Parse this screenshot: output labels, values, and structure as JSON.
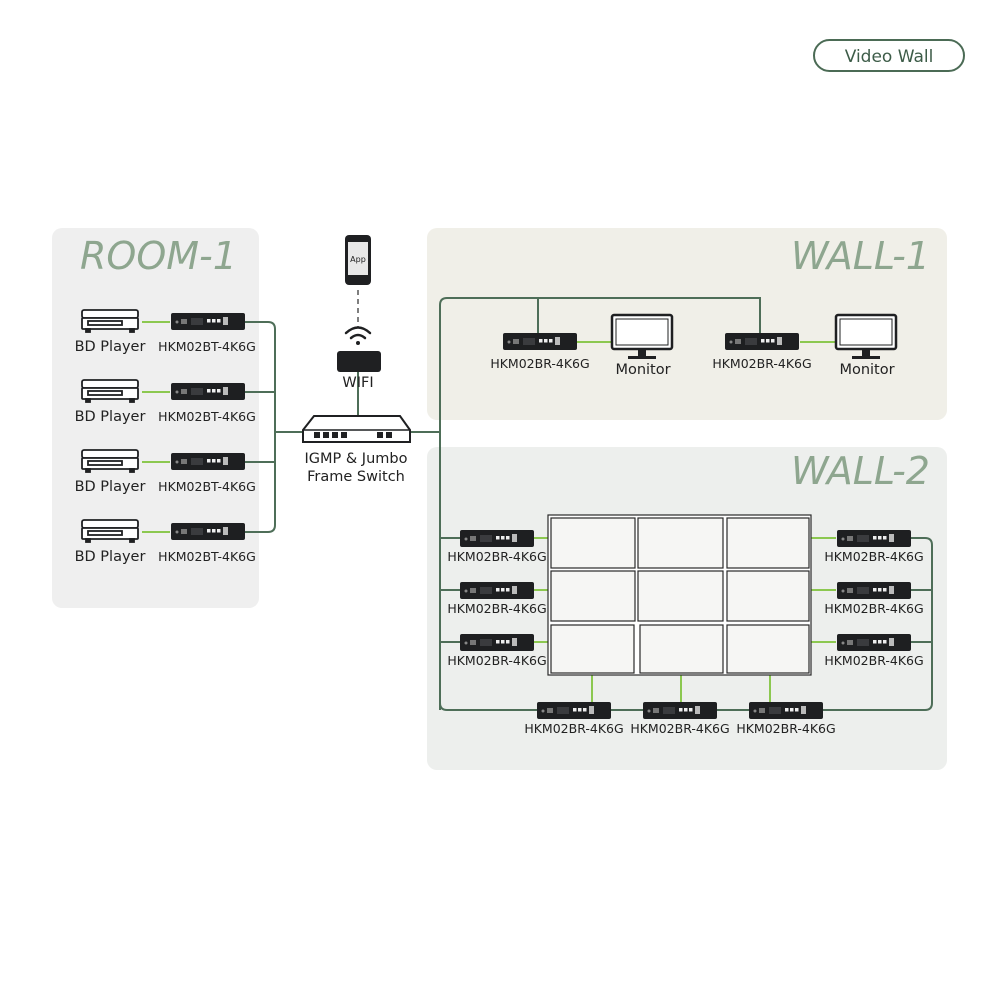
{
  "badge": "Video Wall",
  "colors": {
    "line": "#4e6e58",
    "link": "#8cc850",
    "title": "#8ea68f",
    "device": "#1e1f21"
  },
  "room1": {
    "title": "ROOM-1",
    "rows": [
      {
        "source": "BD Player",
        "device": "HKM02BT-4K6G"
      },
      {
        "source": "BD Player",
        "device": "HKM02BT-4K6G"
      },
      {
        "source": "BD Player",
        "device": "HKM02BT-4K6G"
      },
      {
        "source": "BD Player",
        "device": "HKM02BT-4K6G"
      }
    ]
  },
  "center": {
    "phone_label": "App",
    "wifi_label": "WIFI",
    "switch_label_1": "IGMP & Jumbo",
    "switch_label_2": "Frame Switch"
  },
  "wall1": {
    "title": "WALL-1",
    "units": [
      {
        "device": "HKM02BR-4K6G",
        "display": "Monitor"
      },
      {
        "device": "HKM02BR-4K6G",
        "display": "Monitor"
      }
    ]
  },
  "wall2": {
    "title": "WALL-2",
    "left": [
      "HKM02BR-4K6G",
      "HKM02BR-4K6G",
      "HKM02BR-4K6G"
    ],
    "right": [
      "HKM02BR-4K6G",
      "HKM02BR-4K6G",
      "HKM02BR-4K6G"
    ],
    "bottom": [
      "HKM02BR-4K6G",
      "HKM02BR-4K6G",
      "HKM02BR-4K6G"
    ]
  }
}
